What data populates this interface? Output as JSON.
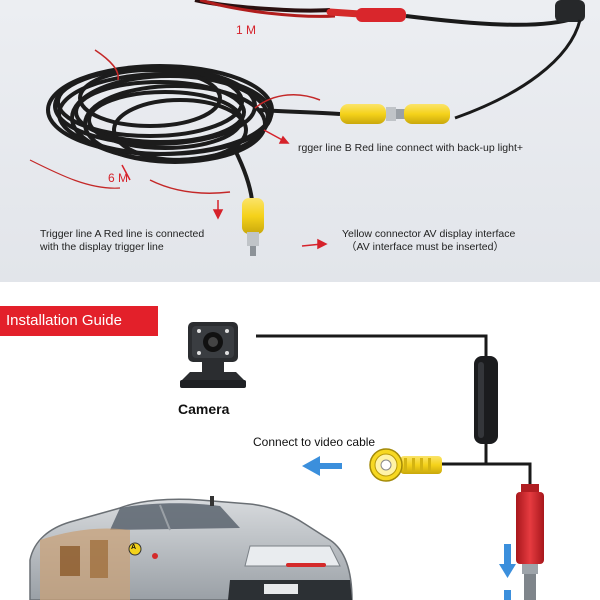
{
  "top_panel": {
    "label_1m": "1 M",
    "label_6m": "6 M",
    "trigger_b_text": "rgger line B Red line connect with back-up light+",
    "trigger_a_line1": "Trigger line A Red line is connected",
    "trigger_a_line2": "with the display trigger line",
    "yellow_line1": "Yellow connector AV display interface",
    "yellow_line2": "（AV interface must be inserted）"
  },
  "install_guide": {
    "banner": "Installation Guide",
    "camera_label": "Camera",
    "connect_label": "Connect to video cable",
    "marker": "A"
  },
  "colors": {
    "banner_red": "#e3202a",
    "arrow_blue": "#3b8fdc",
    "yellow_plug": "#f5d21a",
    "red_plug": "#d9262c",
    "cable_black": "#1a1a1a"
  }
}
